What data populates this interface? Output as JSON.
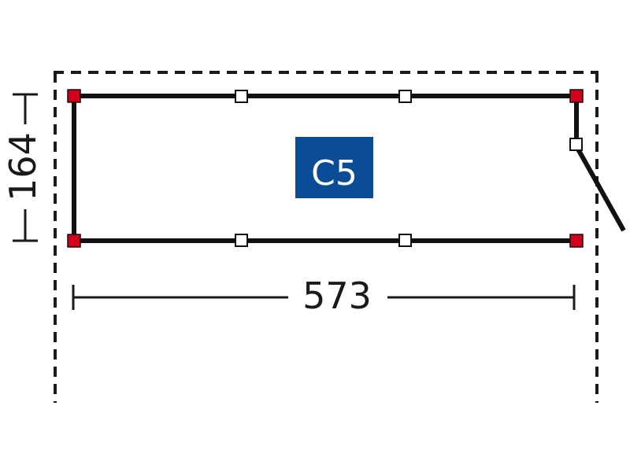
{
  "diagram": {
    "module_label": "C5",
    "width_label": "573",
    "depth_label": "164",
    "colors": {
      "badge": "#0a4d96",
      "badge_text": "#ffffff",
      "corner_post": "#d4001a",
      "mid_post": "#ffffff",
      "wall": "#111111",
      "boundary": "#1a1a1a"
    }
  }
}
